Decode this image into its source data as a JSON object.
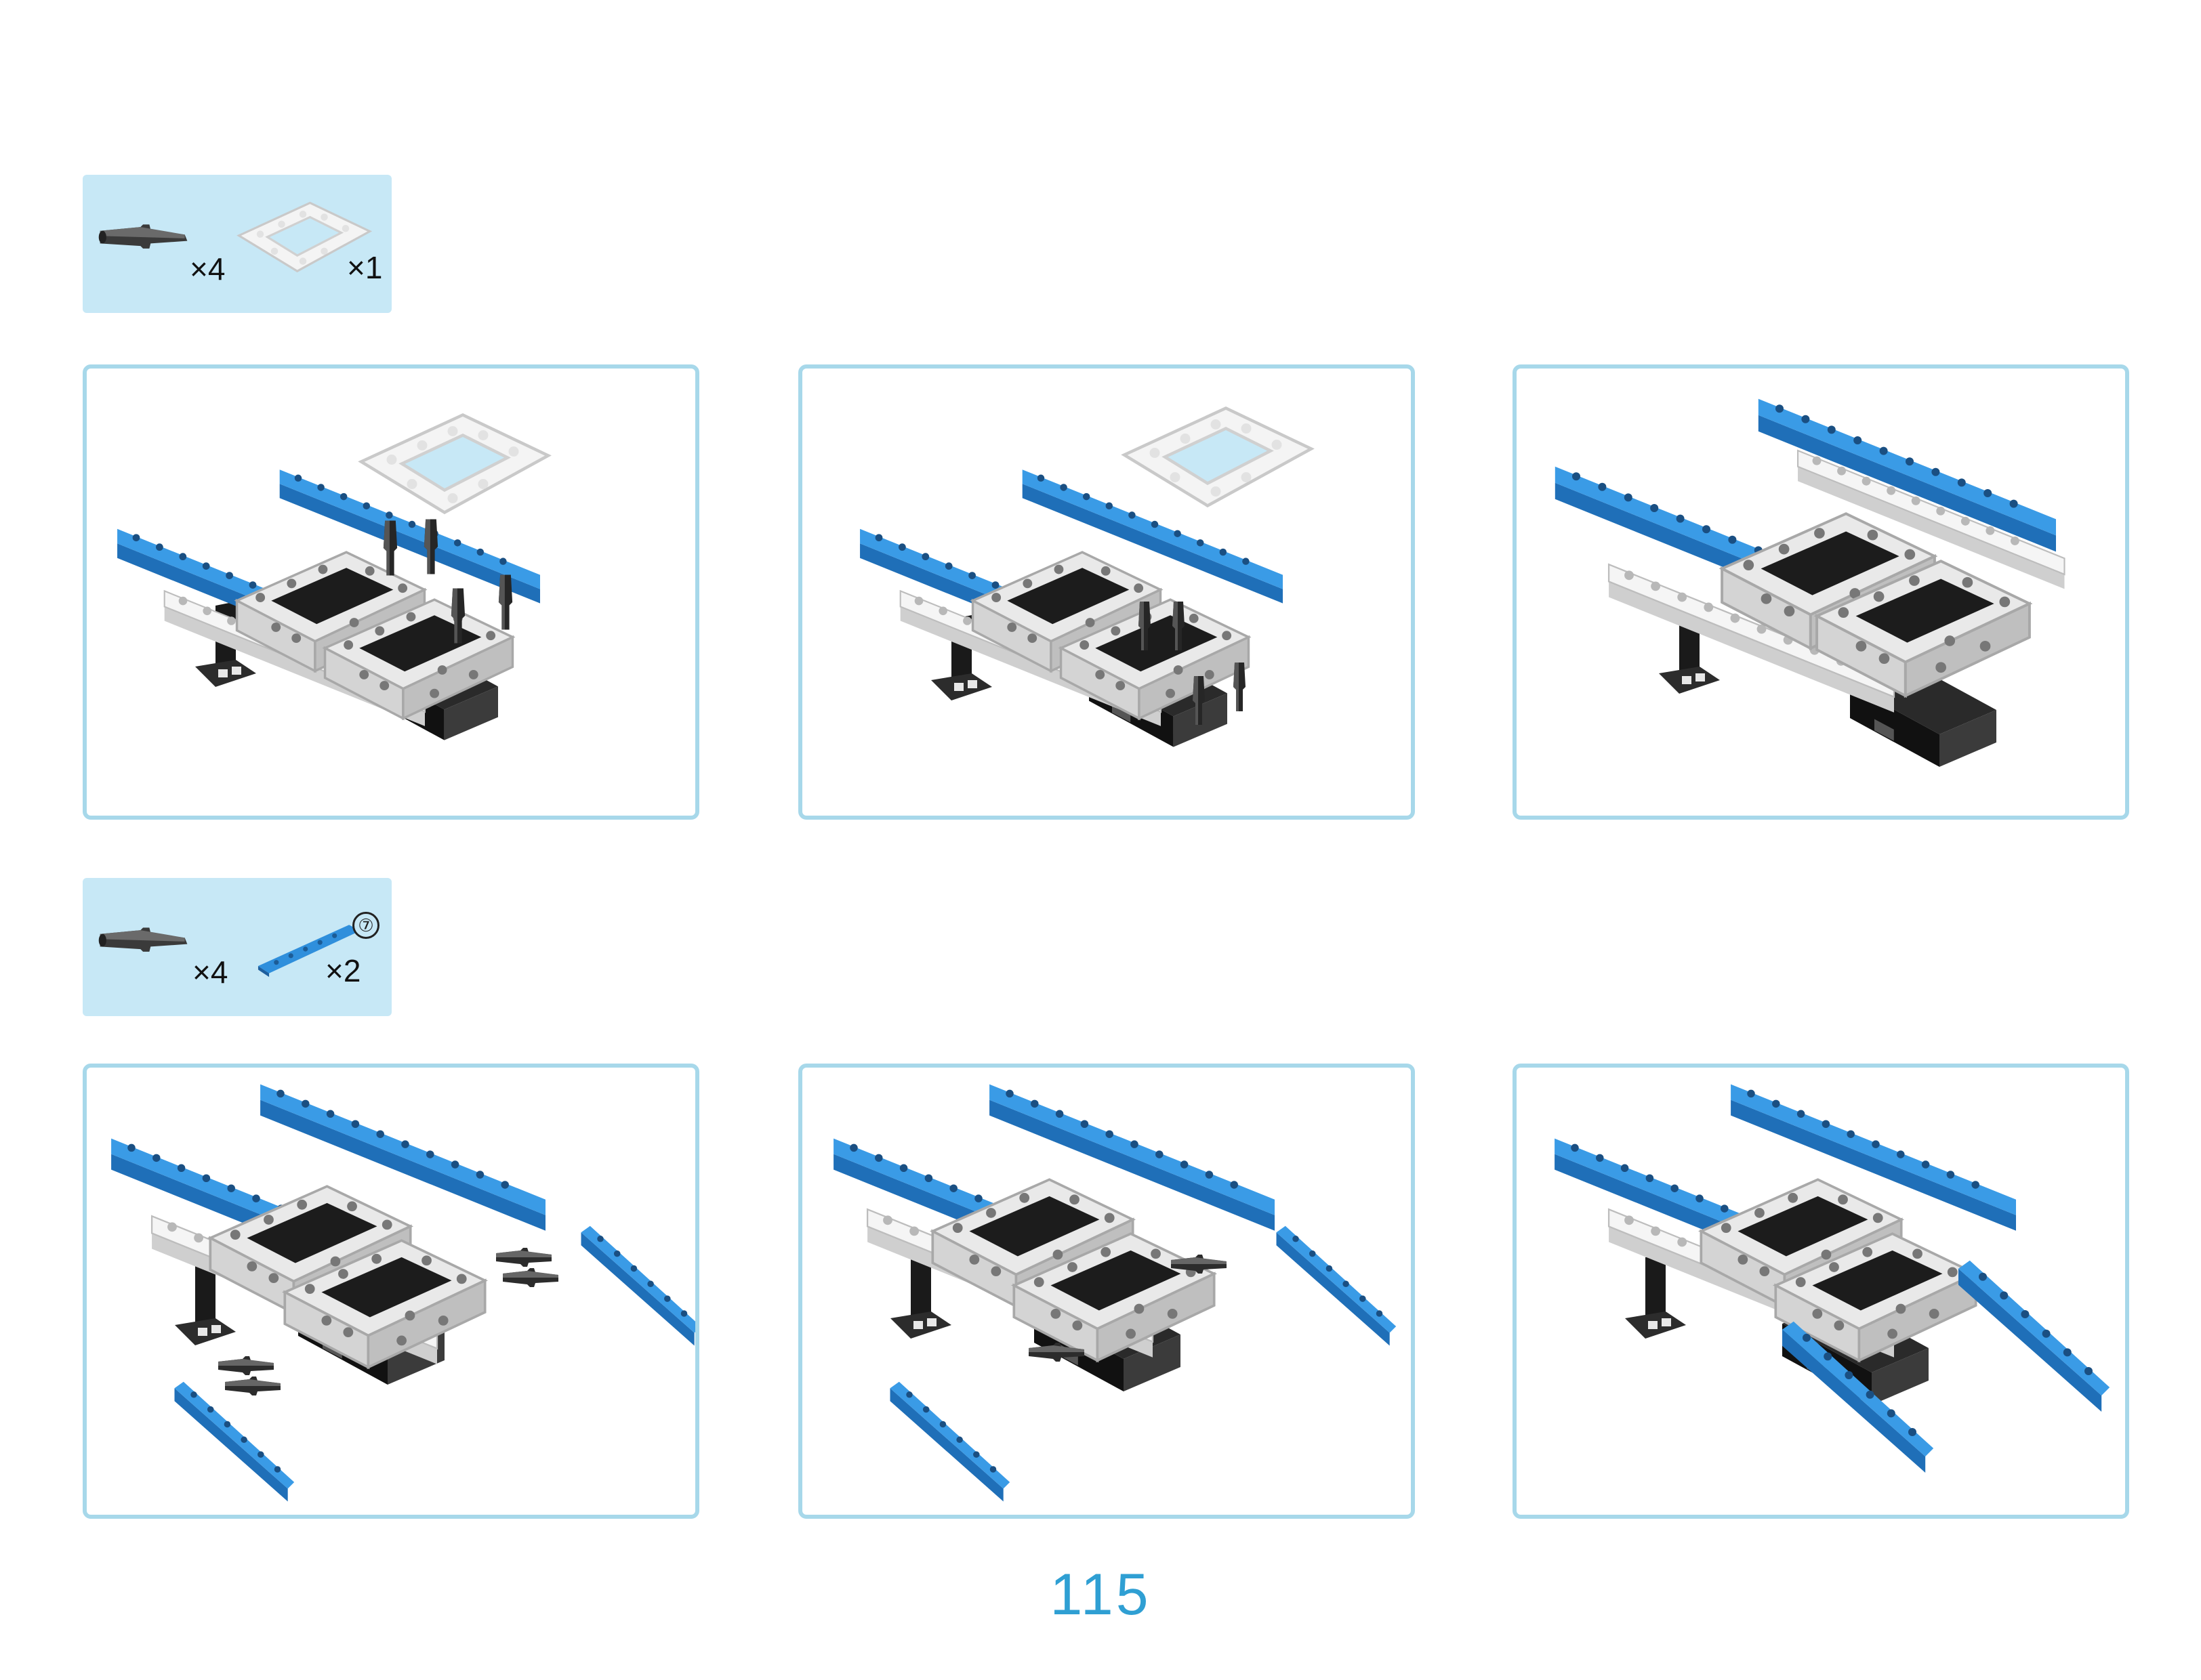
{
  "parts_lists": [
    {
      "items": [
        {
          "icon": "connector-pin-icon",
          "quantity": "×4"
        },
        {
          "icon": "frame-icon",
          "quantity": "×1"
        }
      ]
    },
    {
      "items": [
        {
          "icon": "connector-pin-icon",
          "quantity": "×4"
        },
        {
          "icon": "blue-beam-icon",
          "quantity": "×2",
          "badge": "⑦"
        }
      ]
    }
  ],
  "colors": {
    "parts_box_bg": "#c7e8f6",
    "frame_border": "#a7d8ea",
    "beam_blue": "#2f8fdc",
    "page_number": "#2f9fd3"
  },
  "page_number": "115"
}
